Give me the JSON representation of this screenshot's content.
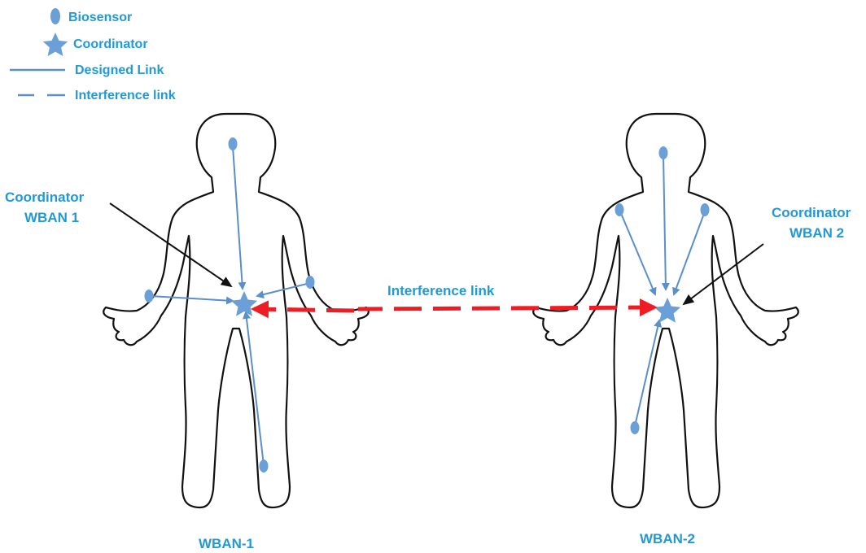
{
  "colors": {
    "label": "#1f9ad6",
    "link": "#5b8fcc",
    "sensor": "#6a9fd8",
    "interference_arrow": "#ee1c24",
    "pointer": "#111111",
    "outline": "#111111"
  },
  "legend": {
    "biosensor": {
      "label": "Biosensor",
      "icon": "ellipse-icon"
    },
    "coordinator": {
      "label": "Coordinator",
      "icon": "star-icon"
    },
    "designed_link": {
      "label": "Designed Link",
      "icon": "solid-line-icon"
    },
    "interference_link": {
      "label": "Interference link",
      "icon": "dashed-line-icon"
    }
  },
  "networks": [
    {
      "id": "wban1",
      "name": "WBAN-1",
      "coordinator_label": [
        "Coordinator",
        "WBAN 1"
      ],
      "sensor_count": 4
    },
    {
      "id": "wban2",
      "name": "WBAN-2",
      "coordinator_label": [
        "Coordinator",
        "WBAN 2"
      ],
      "sensor_count": 4
    }
  ],
  "interference_label": "Interference link"
}
